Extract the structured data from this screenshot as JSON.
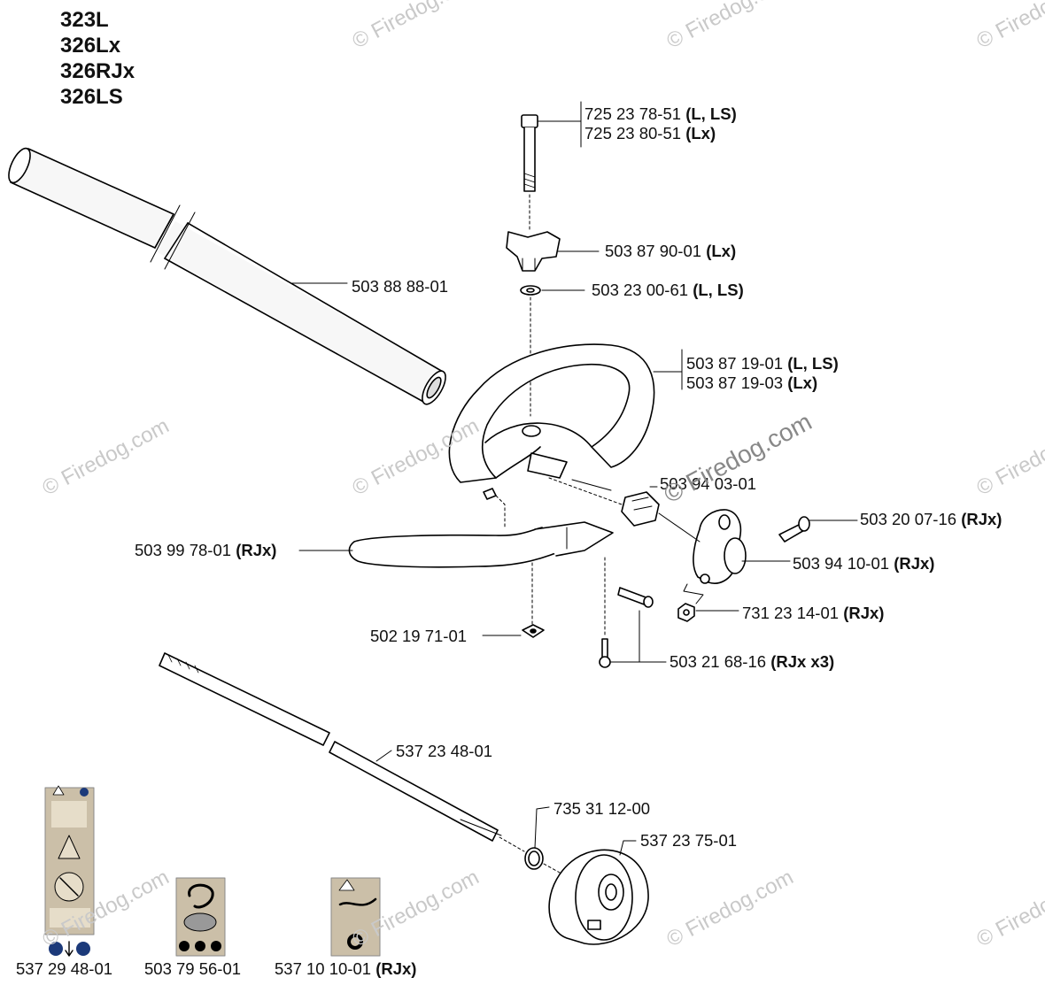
{
  "models": [
    "323L",
    "326Lx",
    "326RJx",
    "326LS"
  ],
  "watermark": "© Firedog.com",
  "parts": {
    "bolt": [
      {
        "num": "725 23 78-51",
        "var": "(L, LS)"
      },
      {
        "num": "725 23 80-51",
        "var": "(Lx)"
      }
    ],
    "wing_knob": {
      "num": "503 87 90-01",
      "var": "(Lx)"
    },
    "washer": {
      "num": "503 23 00-61",
      "var": "(L, LS)"
    },
    "tube": {
      "num": "503 88 88-01",
      "var": ""
    },
    "loop_handle": [
      {
        "num": "503 87 19-01",
        "var": "(L, LS)"
      },
      {
        "num": "503 87 19-03",
        "var": "(Lx)"
      }
    ],
    "clamp_block": {
      "num": "503 94 03-01",
      "var": ""
    },
    "clamp_screw": {
      "num": "503 20 07-16",
      "var": "(RJx)"
    },
    "bracket": {
      "num": "503 94 10-01",
      "var": "(RJx)"
    },
    "nut": {
      "num": "731 23 14-01",
      "var": "(RJx)"
    },
    "bike_handle": {
      "num": "503 99 78-01",
      "var": "(RJx)"
    },
    "square_nut": {
      "num": "502 19 71-01",
      "var": ""
    },
    "screw_x3": {
      "num": "503 21 68-16",
      "var": "(RJx x3)"
    },
    "drive_shaft": {
      "num": "537 23 48-01",
      "var": ""
    },
    "o_ring": {
      "num": "735 31 12-00",
      "var": ""
    },
    "drum": {
      "num": "537 23 75-01",
      "var": ""
    },
    "decal_1": {
      "num": "537 29 48-01",
      "var": ""
    },
    "decal_2": {
      "num": "503 79 56-01",
      "var": ""
    },
    "decal_3": {
      "num": "537 10 10-01",
      "var": "(RJx)"
    }
  }
}
